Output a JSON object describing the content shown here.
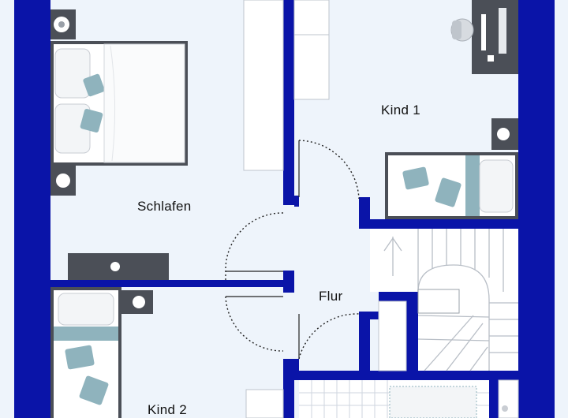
{
  "rooms": {
    "bedroom": {
      "label": "Schlafen"
    },
    "kid1": {
      "label": "Kind 1"
    },
    "kid2": {
      "label": "Kind 2"
    },
    "hall": {
      "label": "Flur"
    }
  },
  "colors": {
    "wall": "#0a14a8",
    "floor": "#eef4fb",
    "furniture": "#ffffff",
    "dark_furniture": "#4b4f57",
    "pillow_accent": "#8fb3bd",
    "tile_line": "#cfd6df",
    "door_swing": "#222222"
  },
  "icons": {
    "lamp": "lamp-icon",
    "chair": "office-chair-icon",
    "monitor": "monitor-icon",
    "stairs": "staircase-icon"
  }
}
